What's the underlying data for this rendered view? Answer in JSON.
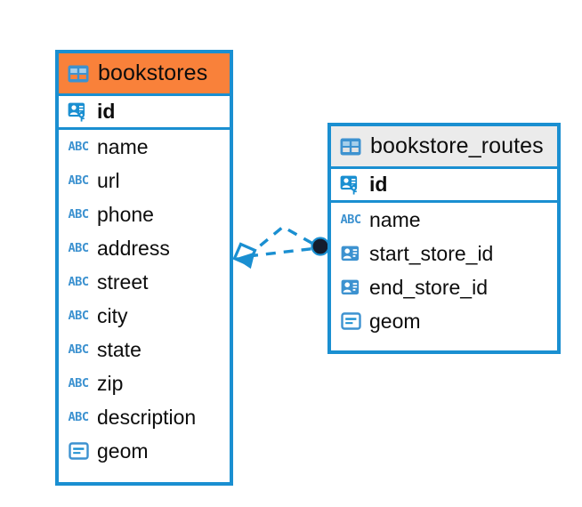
{
  "diagram": {
    "type": "entity-relationship-diagram",
    "background": "#ffffff",
    "accent_color": "#1a8fd1",
    "selected_color": "#f9813a",
    "header_color": "#ebebeb",
    "entities": [
      {
        "name": "bookstores",
        "selected": true,
        "table_icon": "table-icon",
        "fields": [
          {
            "name": "id",
            "type_icon": "primary-key-icon",
            "key": "PK",
            "bold": true
          },
          {
            "name": "name",
            "type_icon": "abc-text-icon",
            "key": "",
            "bold": false
          },
          {
            "name": "url",
            "type_icon": "abc-text-icon",
            "key": "",
            "bold": false
          },
          {
            "name": "phone",
            "type_icon": "abc-text-icon",
            "key": "",
            "bold": false
          },
          {
            "name": "address",
            "type_icon": "abc-text-icon",
            "key": "",
            "bold": false
          },
          {
            "name": "street",
            "type_icon": "abc-text-icon",
            "key": "",
            "bold": false
          },
          {
            "name": "city",
            "type_icon": "abc-text-icon",
            "key": "",
            "bold": false
          },
          {
            "name": "state",
            "type_icon": "abc-text-icon",
            "key": "",
            "bold": false
          },
          {
            "name": "zip",
            "type_icon": "abc-text-icon",
            "key": "",
            "bold": false
          },
          {
            "name": "description",
            "type_icon": "abc-text-icon",
            "key": "",
            "bold": false
          },
          {
            "name": "geom",
            "type_icon": "geometry-icon",
            "key": "",
            "bold": false
          }
        ]
      },
      {
        "name": "bookstore_routes",
        "selected": false,
        "table_icon": "table-icon",
        "fields": [
          {
            "name": "id",
            "type_icon": "primary-key-icon",
            "key": "PK",
            "bold": true
          },
          {
            "name": "name",
            "type_icon": "abc-text-icon",
            "key": "",
            "bold": false
          },
          {
            "name": "start_store_id",
            "type_icon": "foreign-key-icon",
            "key": "FK",
            "bold": false
          },
          {
            "name": "end_store_id",
            "type_icon": "foreign-key-icon",
            "key": "FK",
            "bold": false
          },
          {
            "name": "geom",
            "type_icon": "geometry-icon",
            "key": "",
            "bold": false
          }
        ]
      }
    ],
    "relationships": [
      {
        "from": "bookstores",
        "to": "bookstore_routes",
        "from_cardinality": "many",
        "to_cardinality": "one",
        "from_marker": "diamond-marker",
        "to_marker": "circle-marker",
        "line_style": "dashed",
        "color": "#1a8fd1"
      },
      {
        "from": "bookstores",
        "to": "bookstore_routes",
        "from_cardinality": "many",
        "to_cardinality": "one",
        "from_marker": "diamond-marker",
        "to_marker": "circle-marker",
        "line_style": "dashed",
        "color": "#1a8fd1"
      }
    ],
    "abc_glyph": "ABC"
  }
}
